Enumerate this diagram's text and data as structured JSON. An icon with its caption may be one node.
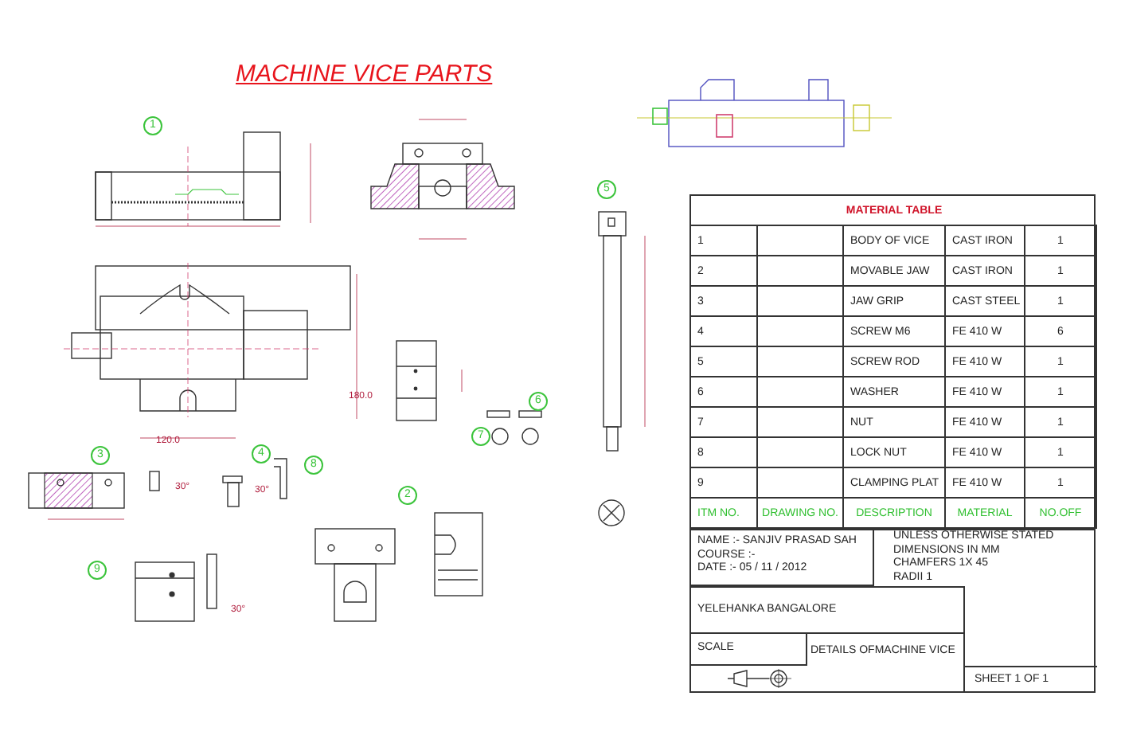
{
  "diagram": {
    "title": "MACHINE VICE PARTS",
    "labels": [
      "1",
      "5",
      "6",
      "7",
      "3",
      "4",
      "8",
      "2",
      "9",
      "180.0",
      "120.0",
      "30°",
      "30°",
      "30°",
      "MATERIAL TABLE",
      "1",
      "BODY OF VICE",
      "CAST IRON",
      "1",
      "2",
      "MOVABLE JAW",
      "CAST IRON",
      "1",
      "3",
      "JAW GRIP",
      "CAST STEEL",
      "1",
      "4",
      "SCREW M6",
      "FE 410 W",
      "6",
      "5",
      "SCREW ROD",
      "FE 410 W",
      "1",
      "6",
      "WASHER",
      "FE 410 W",
      "1",
      "7",
      "NUT",
      "FE 410 W",
      "1",
      "8",
      "LOCK NUT",
      "FE 410 W",
      "1",
      "9",
      "CLAMPING PLAT",
      "FE 410 W",
      "1",
      "ITM NO.",
      "DRAWING NO.",
      "DESCRIPTION",
      "MATERIAL",
      "NO.OFF",
      "NAME :- SANJIV PRASAD SAH",
      "COURSE :-",
      "DATE :- 05 / 11 / 2012",
      "UNLESS OTHERWISE STATED",
      "DIMENSIONS IN MM",
      "CHAMFERS 1X 45",
      "RADII 1",
      "YELEHANKA BANGALORE",
      "SCALE",
      "DETAILS OFMACHINE VICE",
      "SHEET 1 OF 1"
    ]
  }
}
